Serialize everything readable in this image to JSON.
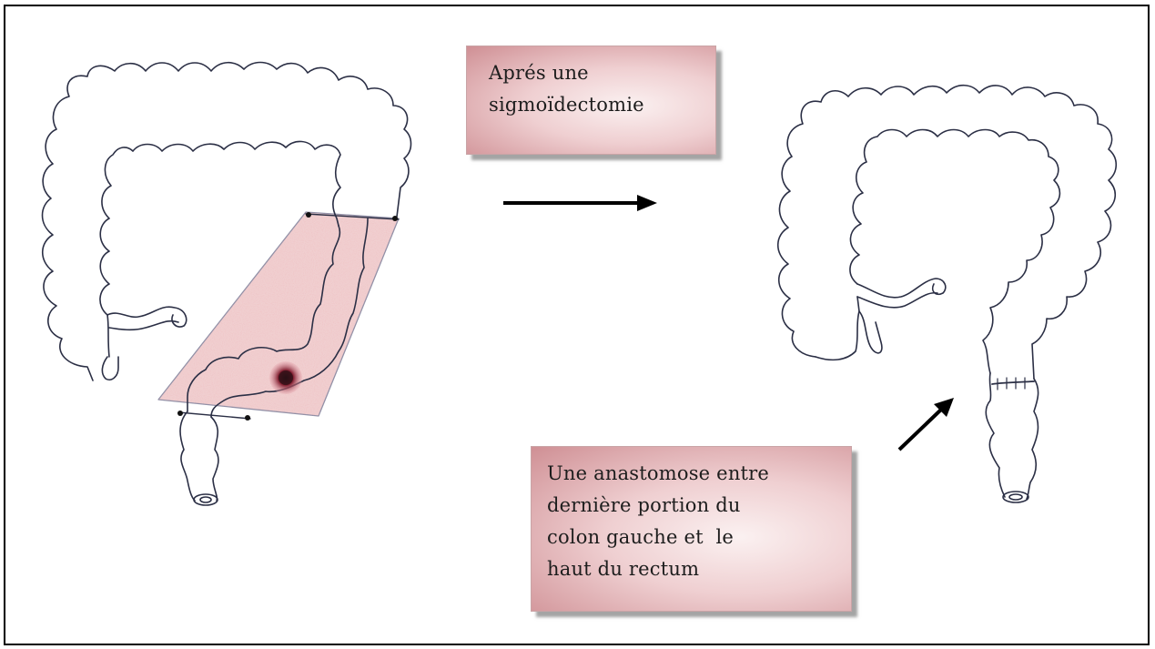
{
  "labels": {
    "top": [
      "Aprés une",
      "sigmoïdectomie"
    ],
    "bottom": [
      "Une anastomose entre",
      "dernière portion du",
      "colon gauche et  le",
      "haut du rectum"
    ]
  },
  "colors": {
    "frame": "#000000",
    "outline": "#2b2f45",
    "resection_zone": "#eec3c4",
    "box_gradient_light": "#fbf1f1",
    "box_gradient_dark": "#cf8f94",
    "tumor": "#8a2032"
  },
  "illustrations": [
    "colon-before-icon",
    "colon-after-icon",
    "right-arrow-icon",
    "diagonal-arrow-icon"
  ]
}
